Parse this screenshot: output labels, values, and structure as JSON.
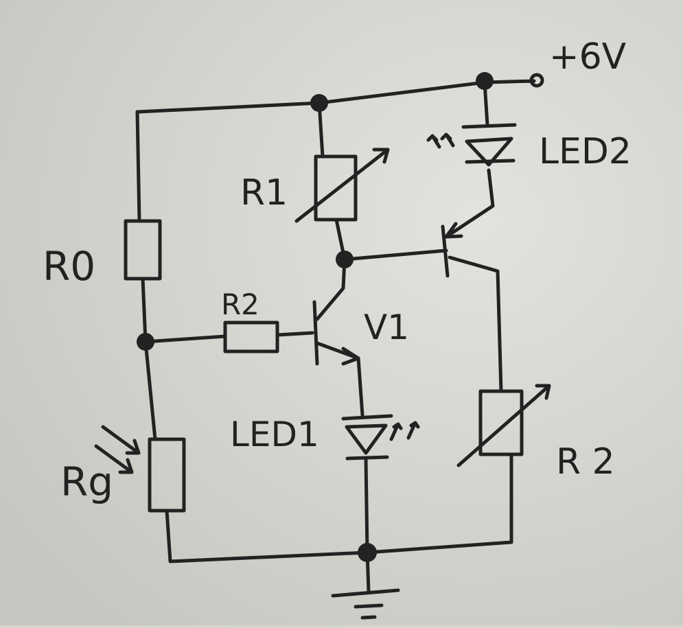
{
  "labels": {
    "supply": "+6V",
    "r0": "R0",
    "r1": "R1",
    "r2_base": "R2",
    "r2_var": "R 2",
    "rg": "Rg",
    "v1": "V1",
    "led1": "LED1",
    "led2": "LED2"
  },
  "colors": {
    "paper": "#d6d5d0",
    "ink": "#222222"
  }
}
